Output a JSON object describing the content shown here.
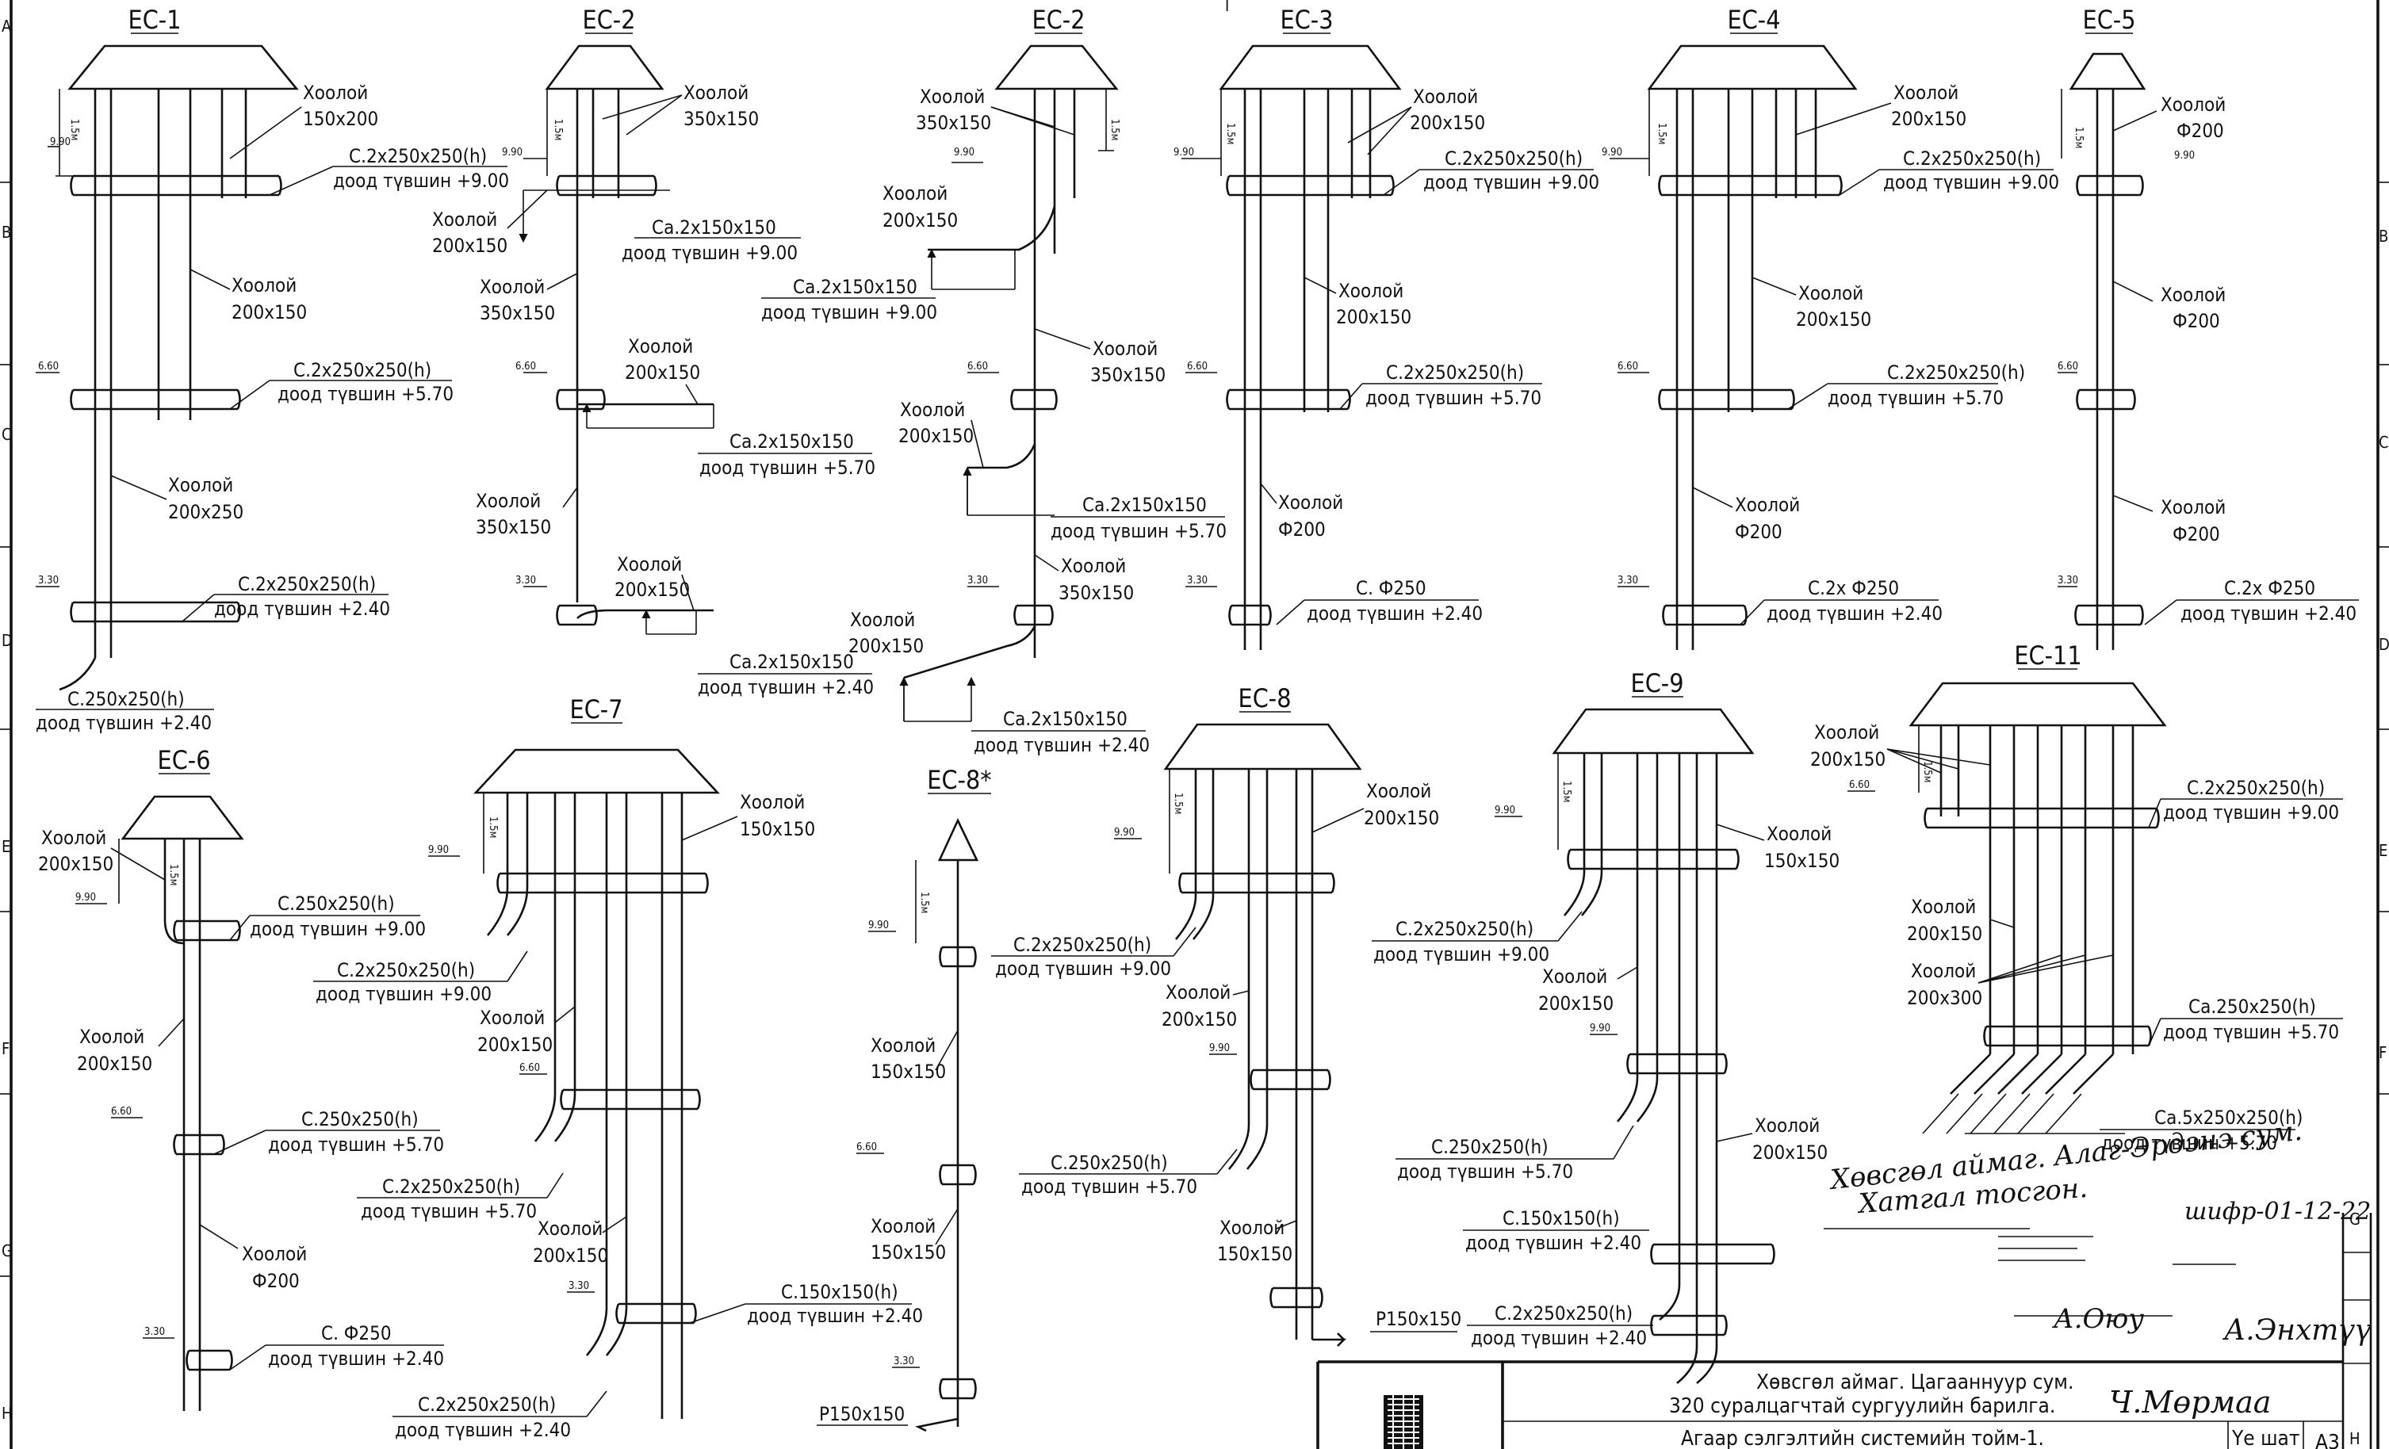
{
  "zones_left": [
    "A",
    "B",
    "C",
    "D",
    "E",
    "F",
    "G",
    "H"
  ],
  "zones_right": [
    "B",
    "C",
    "D",
    "E",
    "F",
    "G",
    "H"
  ],
  "top_mark": "I",
  "systems": {
    "ec1": {
      "title": "EC-1",
      "levels": [
        "9.90",
        "6.60",
        "3.30"
      ],
      "dims": [
        "1.5м"
      ],
      "labels": [
        {
          "l1": "Хоолой",
          "l2": "150x200"
        },
        {
          "l1": "C.2x250x250(h)",
          "l2": "доод түвшин +9.00"
        },
        {
          "l1": "Хоолой",
          "l2": "200x150"
        },
        {
          "l1": "C.2x250x250(h)",
          "l2": "доод түвшин +5.70"
        },
        {
          "l1": "Хоолой",
          "l2": "200x250"
        },
        {
          "l1": "C.2x250x250(h)",
          "l2": "доод түвшин +2.40"
        },
        {
          "l1": "C.250x250(h)",
          "l2": "доод түвшин +2.40"
        }
      ]
    },
    "ec2a": {
      "title": "EC-2",
      "levels": [
        "9.90",
        "6.60",
        "3.30"
      ],
      "dims": [
        "1.5м"
      ],
      "labels": [
        {
          "l1": "Хоолой",
          "l2": "350x150"
        },
        {
          "l1": "Хоолой",
          "l2": "200x150"
        },
        {
          "l1": "Ca.2x150x150",
          "l2": "доод түвшин +9.00"
        },
        {
          "l1": "Хоолой",
          "l2": "350x150"
        },
        {
          "l1": "Хоолой",
          "l2": "200x150"
        },
        {
          "l1": "Ca.2x150x150",
          "l2": "доод түвшин +5.70"
        },
        {
          "l1": "Хоолой",
          "l2": "350x150"
        },
        {
          "l1": "Хоолой",
          "l2": "200x150"
        },
        {
          "l1": "Ca.2x150x150",
          "l2": "доод түвшин +2.40"
        }
      ]
    },
    "ec2b": {
      "title": "EC-2",
      "levels": [
        "9.90",
        "6.60",
        "3.30"
      ],
      "dims": [
        "1.5м"
      ],
      "labels": [
        {
          "l1": "Хоолой",
          "l2": "350x150"
        },
        {
          "l1": "Хоолой",
          "l2": "200x150"
        },
        {
          "l1": "Ca.2x150x150",
          "l2": "доод түвшин +9.00"
        },
        {
          "l1": "Хоолой",
          "l2": "350x150"
        },
        {
          "l1": "Хоолой",
          "l2": "200x150"
        },
        {
          "l1": "Ca.2x150x150",
          "l2": "доод түвшин +5.70"
        },
        {
          "l1": "Хоолой",
          "l2": "350x150"
        },
        {
          "l1": "Хоолой",
          "l2": "200x150"
        },
        {
          "l1": "Ca.2x150x150",
          "l2": "доод түвшин +2.40"
        }
      ]
    },
    "ec3": {
      "title": "EC-3",
      "levels": [
        "9.90",
        "6.60",
        "3.30"
      ],
      "dims": [
        "1.5м"
      ],
      "labels": [
        {
          "l1": "Хоолой",
          "l2": "200x150"
        },
        {
          "l1": "C.2x250x250(h)",
          "l2": "доод түвшин +9.00"
        },
        {
          "l1": "Хоолой",
          "l2": "200x150"
        },
        {
          "l1": "C.2x250x250(h)",
          "l2": "доод түвшин +5.70"
        },
        {
          "l1": "Хоолой",
          "l2": "Ф200"
        },
        {
          "l1": "C. Ф250",
          "l2": "доод түвшин +2.40"
        }
      ]
    },
    "ec4": {
      "title": "EC-4",
      "levels": [
        "9.90",
        "6.60",
        "3.30"
      ],
      "dims": [
        "1.5м"
      ],
      "labels": [
        {
          "l1": "Хоолой",
          "l2": "200x150"
        },
        {
          "l1": "C.2x250x250(h)",
          "l2": "доод түвшин +9.00"
        },
        {
          "l1": "Хоолой",
          "l2": "200x150"
        },
        {
          "l1": "C.2x250x250(h)",
          "l2": "доод түвшин +5.70"
        },
        {
          "l1": "Хоолой",
          "l2": "Ф200"
        },
        {
          "l1": "C.2x Ф250",
          "l2": "доод түвшин +2.40"
        }
      ]
    },
    "ec5": {
      "title": "EC-5",
      "levels": [
        "9.90",
        "6.60",
        "3.30"
      ],
      "dims": [
        "1.5м"
      ],
      "labels": [
        {
          "l1": "Хоолой",
          "l2": "Ф200"
        },
        {
          "l1": "Хоолой",
          "l2": "Ф200"
        },
        {
          "l1": "Хоолой",
          "l2": "Ф200"
        },
        {
          "l1": "C.2x Ф250",
          "l2": "доод түвшин +2.40"
        }
      ]
    },
    "ec6": {
      "title": "EC-6",
      "levels": [
        "9.90",
        "6.60",
        "3.30"
      ],
      "dims": [
        "1.5м"
      ],
      "labels": [
        {
          "l1": "Хоолой",
          "l2": "200x150"
        },
        {
          "l1": "C.250x250(h)",
          "l2": "доод түвшин +9.00"
        },
        {
          "l1": "Хоолой",
          "l2": "200x150"
        },
        {
          "l1": "C.250x250(h)",
          "l2": "доод түвшин +5.70"
        },
        {
          "l1": "Хоолой",
          "l2": "Ф200"
        },
        {
          "l1": "C. Ф250",
          "l2": "доод түвшин +2.40"
        }
      ]
    },
    "ec7": {
      "title": "EC-7",
      "levels": [
        "9.90",
        "6.60",
        "3.30"
      ],
      "dims": [
        "1.5м"
      ],
      "labels": [
        {
          "l1": "Хоолой",
          "l2": "150x150"
        },
        {
          "l1": "C.2x250x250(h)",
          "l2": "доод түвшин +9.00"
        },
        {
          "l1": "Хоолой",
          "l2": "200x150"
        },
        {
          "l1": "C.2x250x250(h)",
          "l2": "доод түвшин +5.70"
        },
        {
          "l1": "Хоолой",
          "l2": "200x150"
        },
        {
          "l1": "C.150x150(h)",
          "l2": "доод түвшин +2.40"
        },
        {
          "l1": "C.2x250x250(h)",
          "l2": "доод түвшин +2.40"
        }
      ]
    },
    "ec8s": {
      "title": "EC-8*",
      "levels": [
        "9.90",
        "6.60",
        "3.30"
      ],
      "dims": [
        "1.5м"
      ],
      "labels": [
        {
          "l1": "Хоолой",
          "l2": "150x150"
        },
        {
          "l1": "Хоолой",
          "l2": "150x150"
        },
        {
          "l1": "P150x150",
          "l2": ""
        }
      ]
    },
    "ec8": {
      "title": "EC-8",
      "levels": [
        "9.90",
        "9.90"
      ],
      "dims": [
        "1.5м"
      ],
      "labels": [
        {
          "l1": "Хоолой",
          "l2": "200x150"
        },
        {
          "l1": "C.2x250x250(h)",
          "l2": "доод түвшин +9.00"
        },
        {
          "l1": "Хоолой",
          "l2": "200x150"
        },
        {
          "l1": "C.250x250(h)",
          "l2": "доод түвшин +5.70"
        },
        {
          "l1": "Хоолой",
          "l2": "150x150"
        },
        {
          "l1": "P150x150",
          "l2": ""
        }
      ]
    },
    "ec9": {
      "title": "EC-9",
      "levels": [
        "9.90",
        "9.90"
      ],
      "dims": [
        "1.5м"
      ],
      "labels": [
        {
          "l1": "Хоолой",
          "l2": "150x150"
        },
        {
          "l1": "C.2x250x250(h)",
          "l2": "доод түвшин +9.00"
        },
        {
          "l1": "Хоолой",
          "l2": "200x150"
        },
        {
          "l1": "C.250x250(h)",
          "l2": "доод түвшин +5.70"
        },
        {
          "l1": "Хоолой",
          "l2": "200x150"
        },
        {
          "l1": "C.150x150(h)",
          "l2": "доод түвшин +2.40"
        },
        {
          "l1": "C.2x250x250(h)",
          "l2": "доод түвшин +2.40"
        }
      ]
    },
    "ec11": {
      "title": "EC-11",
      "levels": [
        "6.60"
      ],
      "dims": [
        "1.5м"
      ],
      "labels": [
        {
          "l1": "Хоолой",
          "l2": "200x150"
        },
        {
          "l1": "C.2x250x250(h)",
          "l2": "доод түвшин +9.00"
        },
        {
          "l1": "Хоолой",
          "l2": "200x150"
        },
        {
          "l1": "Хоолой",
          "l2": "200x300"
        },
        {
          "l1": "Ca.250x250(h)",
          "l2": "доод түвшин +5.70"
        },
        {
          "l1": "Ca.5x250x250(h)",
          "l2": "доод түвшин +5.70"
        }
      ]
    }
  },
  "handwritten": {
    "line1": "Хөвсгөл аймаг. Алаг-Эрдэнэ сум.",
    "line2": "Хатгал тосгон.",
    "code": "шифр-01-12-22",
    "sig1": "А.Оюу",
    "sig2": "А.Энхтүү",
    "sig3": "Ч.Мөрмаа"
  },
  "title_block": {
    "line1": "Хөвсгөл аймаг. Цагааннуур сум.",
    "line2": "320 суралцагчтай сургуулийн барилга.",
    "line3": "Агаар сэлгэлтийн системийн тойм-1.",
    "sheet_label": "Үе шат",
    "format": "A3",
    "zone_g": "G",
    "zone_h": "H"
  }
}
